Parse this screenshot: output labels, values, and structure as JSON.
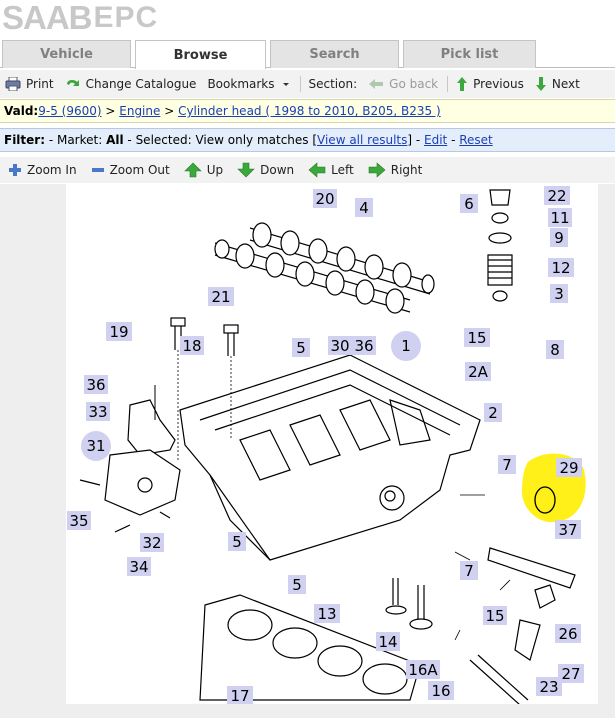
{
  "logo": {
    "brand": "SAAB",
    "product": "EPC"
  },
  "tabs": [
    {
      "label": "Vehicle"
    },
    {
      "label": "Browse"
    },
    {
      "label": "Search"
    },
    {
      "label": "Pick list"
    }
  ],
  "toolbar": {
    "print": "Print",
    "change_catalogue": "Change Catalogue",
    "bookmarks": "Bookmarks",
    "section": "Section:",
    "go_back": "Go back",
    "previous": "Previous",
    "next": "Next"
  },
  "vald": {
    "label": "Vald:",
    "model": "9-5 (9600)",
    "sep1": " > ",
    "group": "Engine",
    "sep2": " > ",
    "section": "Cylinder head ( 1998 to 2010, B205, B235 )"
  },
  "filter": {
    "label": "Filter:",
    "market_prefix": " - Market: ",
    "market": "All",
    "selected_prefix": " - Selected: ",
    "selected_text": "View only matches ",
    "bracket_open": "[",
    "view_all": "View all results",
    "bracket_close": "]",
    "dash1": " - ",
    "edit": "Edit",
    "dash2": " - ",
    "reset": "Reset"
  },
  "zoombar": {
    "zoom_in": "Zoom In",
    "zoom_out": "Zoom Out",
    "up": "Up",
    "down": "Down",
    "left": "Left",
    "right": "Right"
  },
  "diagram": {
    "callouts": [
      "20",
      "4",
      "6",
      "22",
      "11",
      "9",
      "12",
      "3",
      "21",
      "19",
      "18",
      "5",
      "30",
      "36",
      "1",
      "15",
      "8",
      "2A",
      "36",
      "33",
      "2",
      "31",
      "7",
      "29",
      "35",
      "32",
      "37",
      "5",
      "34",
      "5",
      "7",
      "15",
      "26",
      "13",
      "14",
      "16A",
      "27",
      "16",
      "23",
      "17"
    ],
    "highlight_color": "#ffee00",
    "callout_color": "#d0d0f0"
  }
}
